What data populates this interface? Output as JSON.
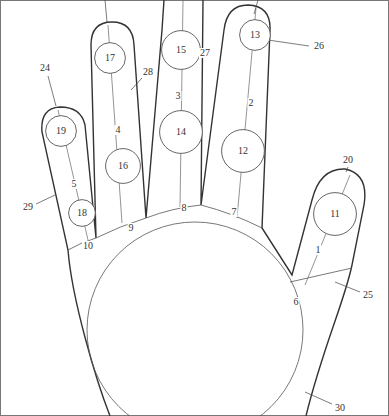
{
  "diagram": {
    "nodes": [
      {
        "text": [
          "13"
        ]
      },
      {
        "text": [
          "15"
        ]
      },
      {
        "text": [
          "17"
        ]
      },
      {
        "text": [
          "19"
        ]
      },
      {
        "text": [
          "14"
        ]
      },
      {
        "text": [
          "12"
        ]
      },
      {
        "text": [
          "16"
        ]
      },
      {
        "text": [
          "11"
        ]
      },
      {
        "text": [
          "18"
        ]
      }
    ],
    "labels": [
      "1",
      "2",
      "3",
      "4",
      "5",
      "6",
      "7",
      "8",
      "9",
      "10",
      "20",
      "24",
      "25",
      "26",
      "27",
      "28",
      "29",
      "30"
    ]
  }
}
